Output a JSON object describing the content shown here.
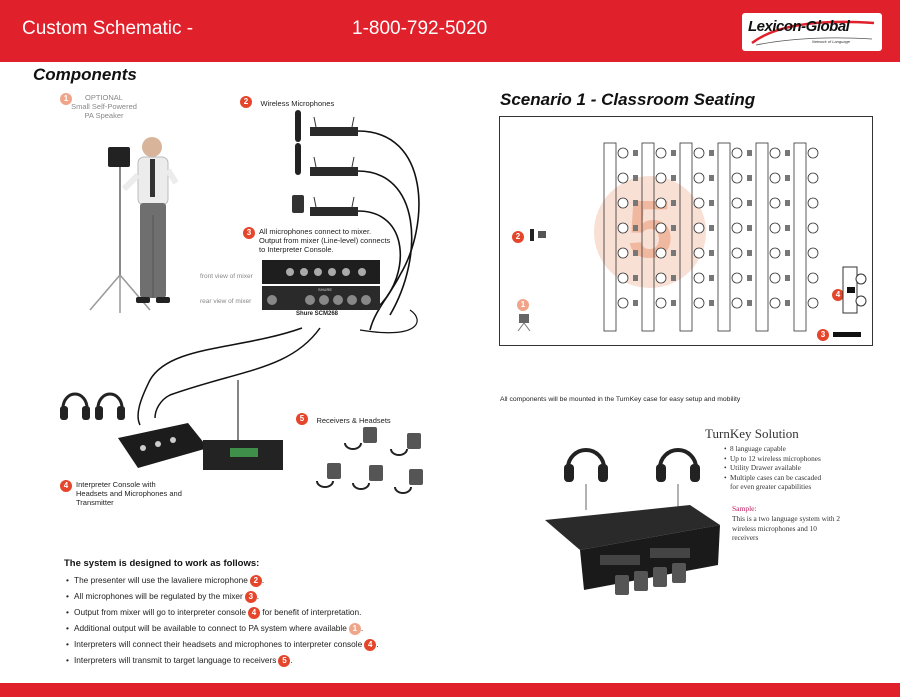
{
  "header": {
    "title": "Custom Schematic -",
    "phone": "1-800-792-5020",
    "logo_text": "Lexicon-Global",
    "logo_tagline": "Network of Language",
    "brand_color": "#e0202a"
  },
  "components": {
    "heading": "Components",
    "item1": {
      "num": "1",
      "lines": [
        "OPTIONAL",
        "Small Self-Powered",
        "PA Speaker"
      ]
    },
    "item2": {
      "num": "2",
      "label": "Wireless Microphones"
    },
    "item3": {
      "num": "3",
      "lines": [
        "All microphones connect to mixer.",
        "Output from mixer (Line-level) connects",
        "to Interpreter Console."
      ]
    },
    "mixer": {
      "front_label": "front view of mixer",
      "rear_label": "rear view of mixer",
      "model": "Shure SCM268",
      "brand": "SHURE"
    },
    "item4": {
      "num": "4",
      "lines": [
        "Interpreter Console with",
        "Headsets and Microphones and",
        "Transmitter"
      ]
    },
    "item5": {
      "num": "5",
      "label": "Receivers & Headsets"
    }
  },
  "scenario": {
    "heading": "Scenario 1 - Classroom Seating",
    "watermark": "5",
    "markers": {
      "m1": "1",
      "m2": "2",
      "m3": "3",
      "m4": "4"
    }
  },
  "notes": {
    "mount": "All components will be mounted in the TurnKey case for easy setup and mobility"
  },
  "turnkey": {
    "title": "TurnKey Solution",
    "features": [
      "8 language capable",
      "Up to 12 wireless microphones",
      "Utility Drawer available",
      "Multiple cases can be cascaded",
      "for even greater capabilities"
    ],
    "sample_heading": "Sample:",
    "sample_text": "This is a two language system with 2 wireless microphones and 10 receivers"
  },
  "system": {
    "lead": "The system is designed to work as follows:",
    "items": [
      {
        "text": "The presenter will use the lavaliere microphone",
        "num": "2",
        "suffix": "."
      },
      {
        "text": "All microphones will be regulated by the mixer",
        "num": "3",
        "suffix": "."
      },
      {
        "text": "Output from mixer will go to interpreter console",
        "num": "4",
        "suffix": " for benefit of interpretation."
      },
      {
        "text": "Additional output will be available to connect to PA system where available",
        "num": "1",
        "suffix": "."
      },
      {
        "text": "Interpreters will connect their headsets and microphones to interpreter console",
        "num": "4",
        "suffix": "."
      },
      {
        "text": "Interpreters will  transmit to target language to receivers",
        "num": "5",
        "suffix": "."
      }
    ]
  }
}
